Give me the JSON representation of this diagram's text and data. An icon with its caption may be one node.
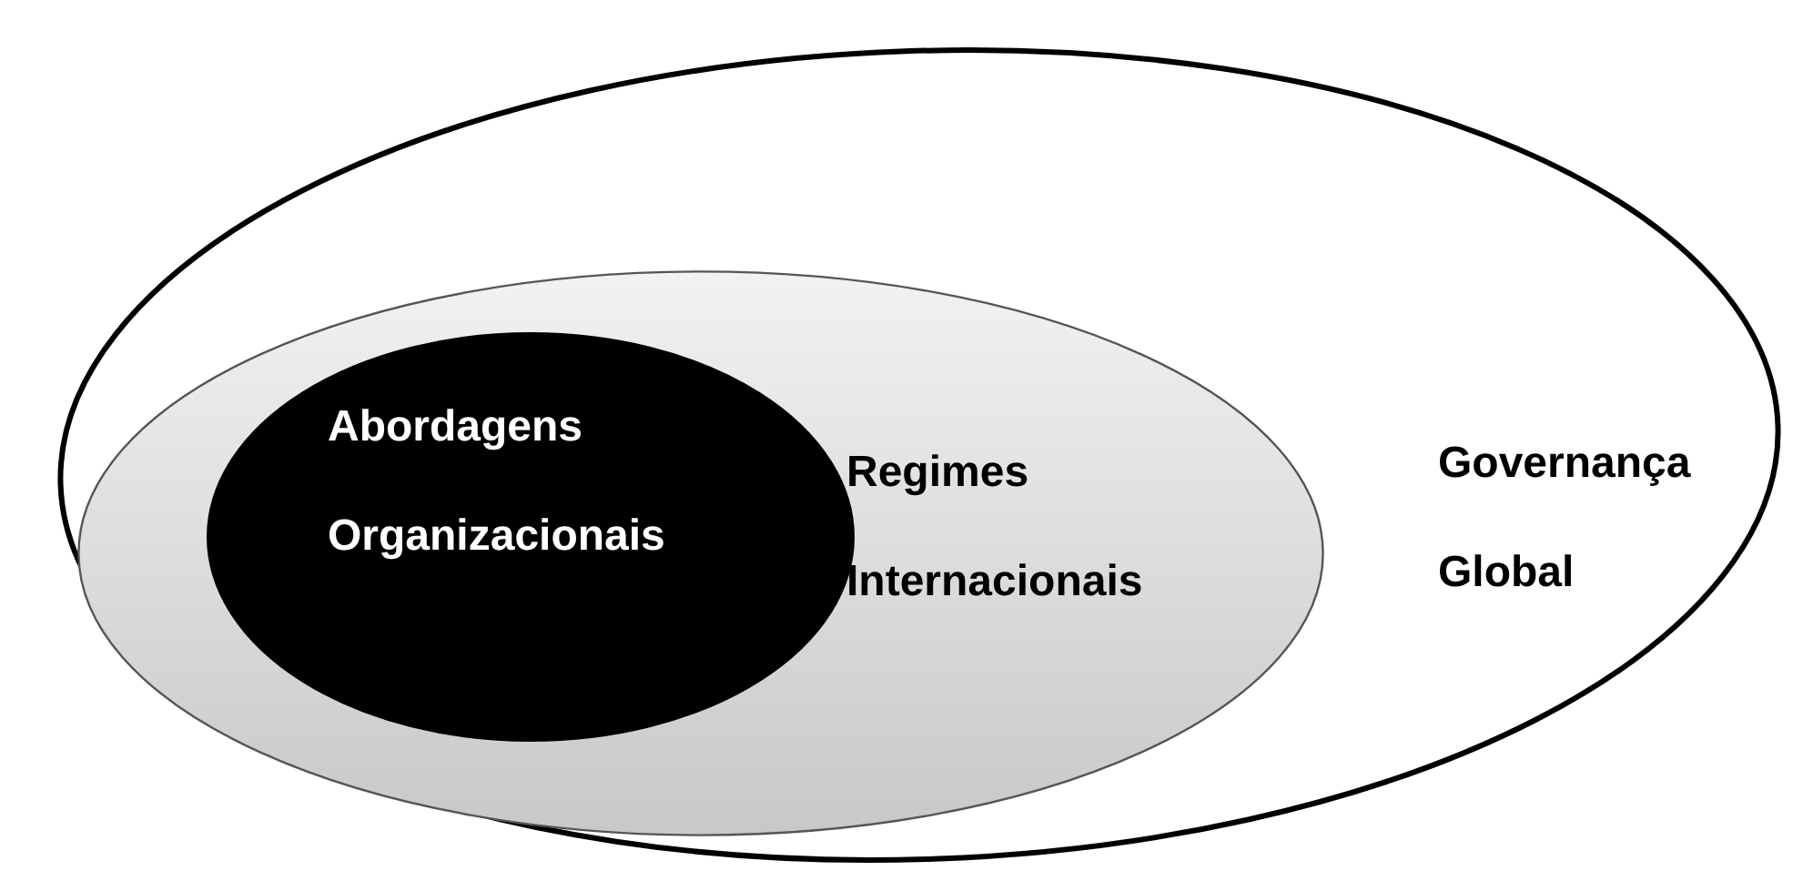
{
  "diagram": {
    "nodes": [
      {
        "text": [
          "Governança Global"
        ]
      },
      {
        "text": [
          "Regimes Internacionais"
        ],
        "in": 0
      },
      {
        "text": [
          "Abordagens Organizacionais"
        ],
        "in": 1
      }
    ]
  }
}
